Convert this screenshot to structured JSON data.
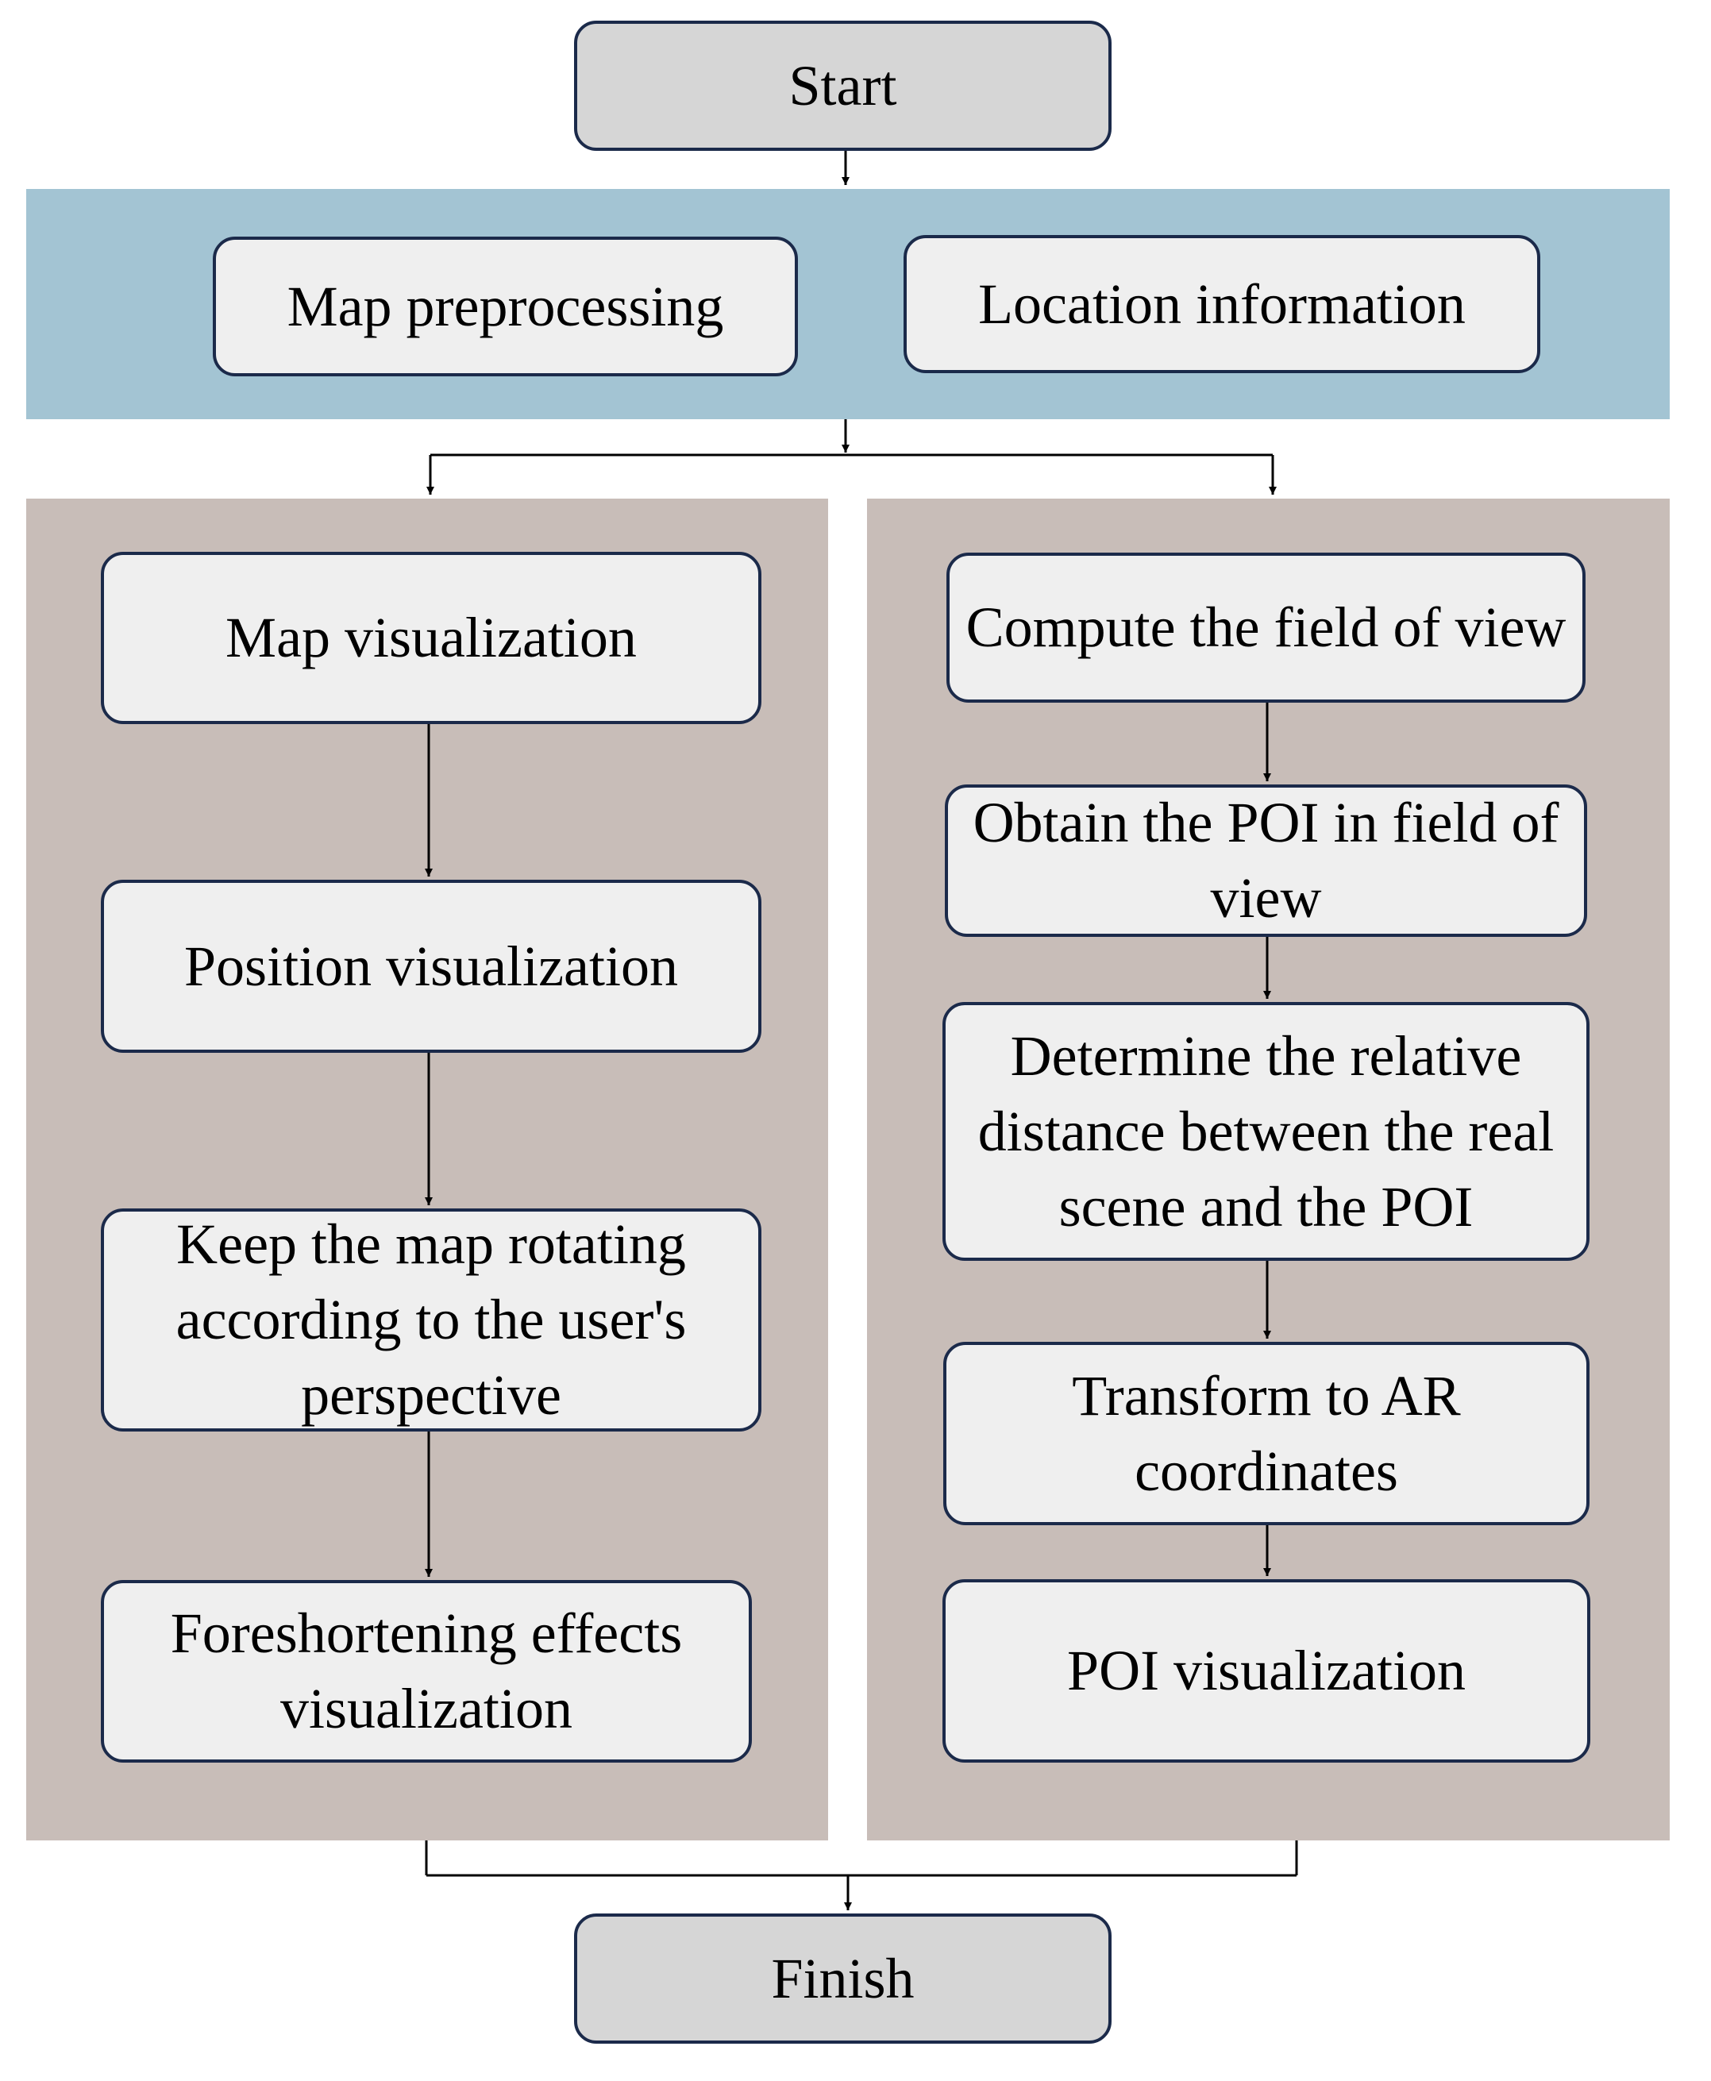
{
  "colors": {
    "top_panel": "#a3c4d3",
    "side_panels": "#c8bdb8",
    "box_fill": "#efefef",
    "terminal_fill": "#d6d6d6",
    "border": "#1b2a4a",
    "arrow": "#000000"
  },
  "start": "Start",
  "finish": "Finish",
  "inputs": {
    "map_preprocessing": "Map preprocessing",
    "location_information": "Location information"
  },
  "left_branch": [
    "Map visualization",
    "Position visualization",
    "Keep the map rotating according to the user's perspective",
    "Foreshortening effects visualization"
  ],
  "right_branch": [
    "Compute the field of view",
    "Obtain the POI in field of view",
    "Determine the relative distance between the real scene and the POI",
    "Transform to AR coordinates",
    "POI visualization"
  ]
}
